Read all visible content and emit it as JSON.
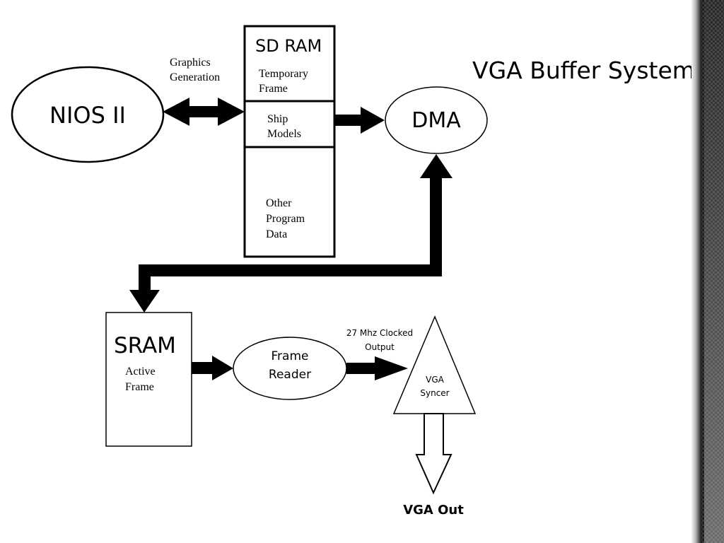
{
  "slide": {
    "title": "VGA Buffer System"
  },
  "nodes": {
    "nios": "NIOS II",
    "sdram": {
      "title": "SD RAM",
      "temp_frame": [
        "Temporary",
        "Frame"
      ],
      "ship_models": [
        "Ship",
        "Models"
      ],
      "other_data": [
        "Other",
        "Program",
        "Data"
      ]
    },
    "dma": "DMA",
    "sram": {
      "title": "SRAM",
      "active_frame": [
        "Active",
        "Frame"
      ]
    },
    "frame_reader": [
      "Frame",
      "Reader"
    ],
    "vga_syncer": [
      "VGA",
      "Syncer"
    ]
  },
  "labels": {
    "graphics_generation": [
      "Graphics",
      "Generation"
    ],
    "clocked_output": [
      "27 Mhz Clocked",
      "Output"
    ],
    "vga_out": "VGA Out"
  },
  "colors": {
    "stroke": "#000000",
    "background": "#ffffff"
  }
}
